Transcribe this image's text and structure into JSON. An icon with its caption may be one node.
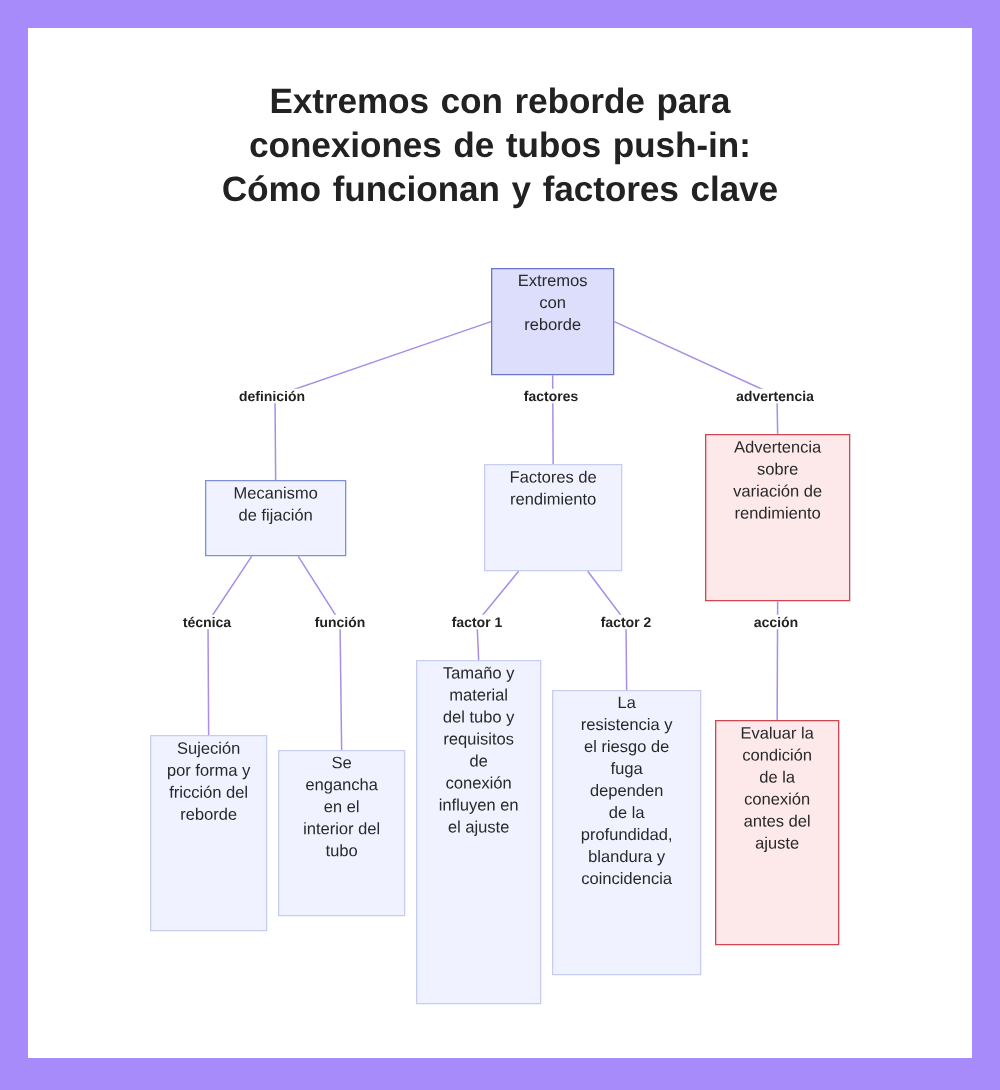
{
  "diagram": {
    "title": "Extremos con reborde para conexiones de tubos push-in: Cómo funcionan y factores clave",
    "nodes": [
      {
        "text": [
          "Extremos con reborde"
        ]
      },
      {
        "text": [
          "Mecanismo de fijación"
        ]
      },
      {
        "text": [
          "Factores de rendimiento"
        ]
      },
      {
        "text": [
          "Advertencia sobre variación de rendimiento"
        ]
      },
      {
        "text": [
          "Sujeción por forma y fricción del reborde"
        ]
      },
      {
        "text": [
          "Se engancha en el interior del tubo"
        ]
      },
      {
        "text": [
          "Tamaño y material del tubo y requisitos de conexión influyen en el ajuste"
        ]
      },
      {
        "text": [
          "La resistencia y el riesgo de fuga dependen de la profundidad, blandura y coincidencia"
        ]
      },
      {
        "text": [
          "Evaluar la condición de la conexión antes del ajuste"
        ]
      }
    ],
    "edges": [
      {
        "from": 0,
        "to": 1,
        "arrow": "none",
        "label": "definición"
      },
      {
        "from": 0,
        "to": 2,
        "arrow": "none",
        "label": "factores"
      },
      {
        "from": 0,
        "to": 3,
        "arrow": "none",
        "label": "advertencia"
      },
      {
        "from": 1,
        "to": 4,
        "arrow": "none",
        "label": "técnica"
      },
      {
        "from": 1,
        "to": 5,
        "arrow": "none",
        "label": "función"
      },
      {
        "from": 2,
        "to": 6,
        "arrow": "none",
        "label": "factor 1"
      },
      {
        "from": 2,
        "to": 7,
        "arrow": "none",
        "label": "factor 2"
      },
      {
        "from": 3,
        "to": 8,
        "arrow": "none",
        "label": "acción"
      }
    ]
  }
}
